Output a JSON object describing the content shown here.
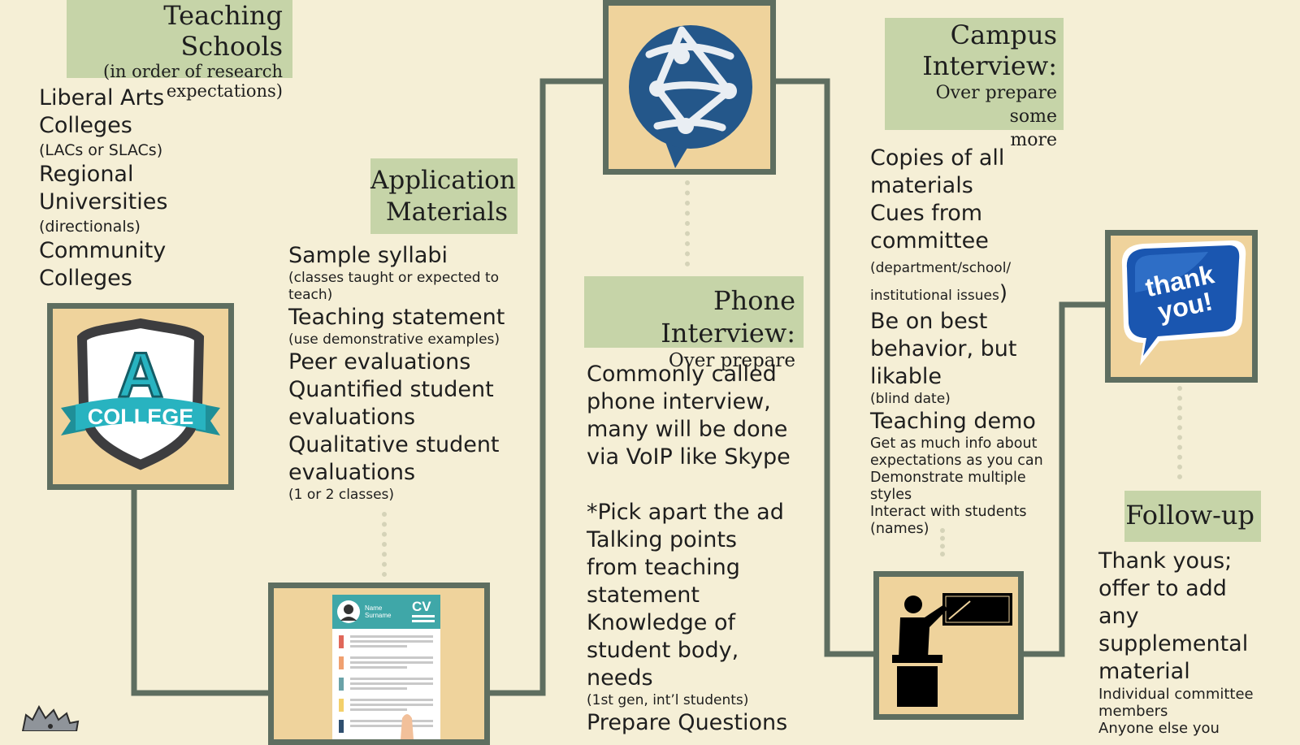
{
  "headers": {
    "teaching_schools": {
      "title": "Teaching Schools",
      "sub_1": "(in order of research",
      "sub_2": "expectations)"
    },
    "application_materials": {
      "line_1": "Application",
      "line_2": "Materials"
    },
    "phone_interview": {
      "title": "Phone Interview:",
      "sub": "Over prepare"
    },
    "campus_interview": {
      "line_1": "Campus",
      "line_2": "Interview:",
      "sub_1": "Over prepare some",
      "sub_2": "more"
    },
    "follow_up": {
      "title": "Follow-up"
    }
  },
  "teaching_schools_list": [
    {
      "line_1": "Liberal Arts",
      "line_2": "Colleges",
      "note": "(LACs or SLACs)"
    },
    {
      "line_1": "Regional",
      "line_2": "Universities",
      "note": "(directionals)"
    },
    {
      "line_1": "Community",
      "line_2": "Colleges"
    }
  ],
  "application_list": {
    "syllabi": "Sample syllabi",
    "syllabi_note_1": "(classes taught or expected to",
    "syllabi_note_2": "teach)",
    "statement": "Teaching statement",
    "statement_note": "(use demonstrative examples)",
    "peer": "Peer evaluations",
    "quant_1": "Quantified student",
    "quant_2": "evaluations",
    "qual_1": "Qualitative student",
    "qual_2": "evaluations",
    "qual_note": "(1 or 2 classes)"
  },
  "phone_list": {
    "p1": "Commonly called",
    "p2": "phone interview,",
    "p3": "many will be done",
    "p4": "via VoIP like Skype",
    "p5": "*Pick apart the ad",
    "p6": "Talking points",
    "p7": "from teaching",
    "p8": "statement",
    "p9": "Knowledge of",
    "p10": "student body,",
    "p11": "needs",
    "p11_note": "(1st gen, int’l students)",
    "p12": "Prepare Questions"
  },
  "campus_list": {
    "c1": "Copies of all",
    "c2": "materials",
    "c3": "Cues from",
    "c4": "committee",
    "c4_note_1": "(department/school/",
    "c4_note_2": "institutional issues",
    "c4_note_close": ")",
    "c5": "Be on best",
    "c6": "behavior, but",
    "c7": "likable",
    "c7_note": "(blind date)",
    "c8": "Teaching demo",
    "d1": "Get as much info about",
    "d2": "expectations as you can",
    "d3": "Demonstrate multiple",
    "d4": "styles",
    "d5": "Interact with students",
    "d6": "(names)"
  },
  "follow_list": {
    "f1": "Thank yous;",
    "f2": "offer to add",
    "f3": "any",
    "f4": "supplemental",
    "f5": "material",
    "n1": "Individual committee",
    "n2": "members",
    "n3": "Anyone else you"
  },
  "icons": {
    "college_badge": {
      "letter": "A",
      "banner": "COLLEGE"
    },
    "cv_document": {
      "label": "CV",
      "name_1": "Name",
      "name_2": "Surname"
    },
    "thank_you_bubble": {
      "line_1": "thank",
      "line_2": "you!"
    }
  },
  "colors": {
    "background": "#f5efd6",
    "header_fill": "#c6d4a8",
    "frame_fill": "#efd39c",
    "frame_border": "#5e6e60",
    "globe_blue": "#24578a",
    "badge_teal": "#28b3c0",
    "bubble_blue": "#1a56b0"
  }
}
